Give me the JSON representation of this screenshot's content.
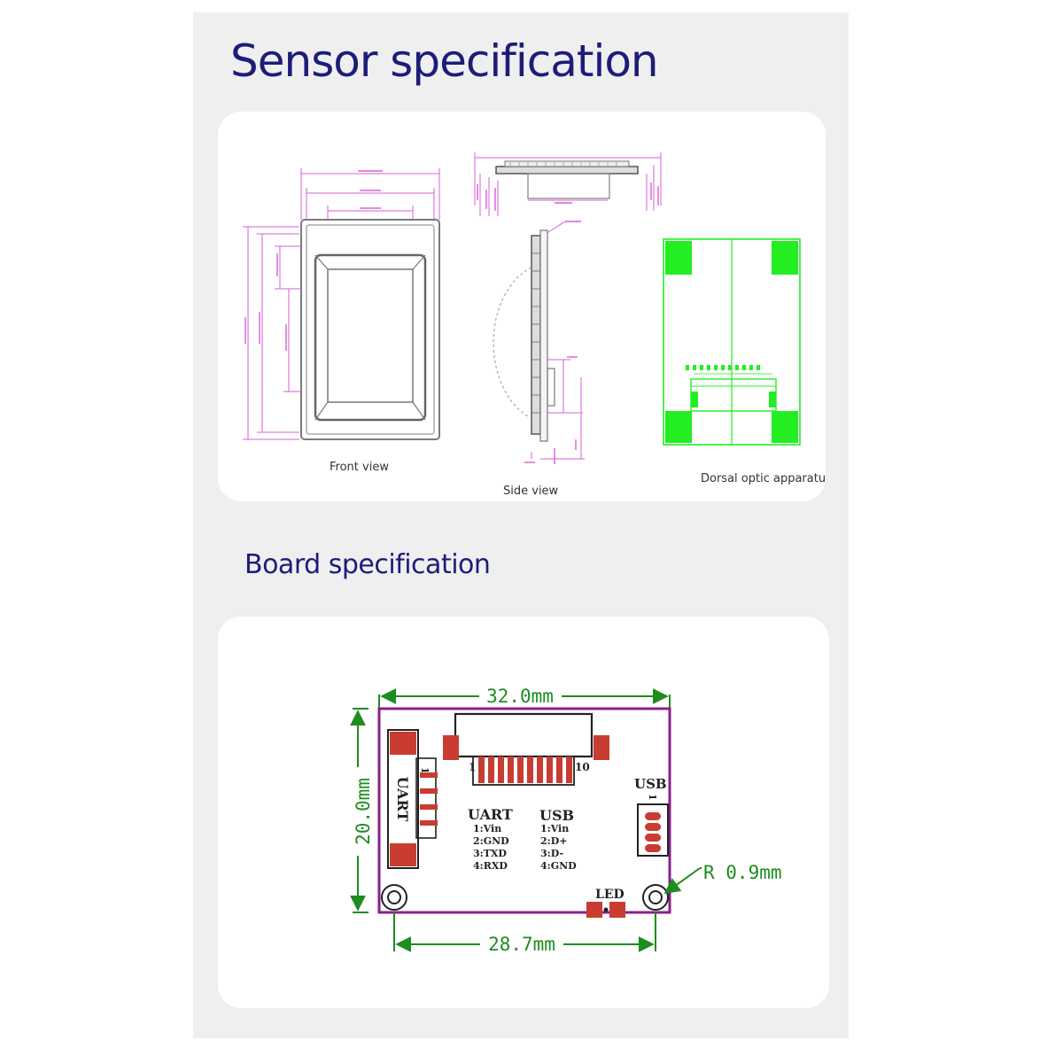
{
  "header": {
    "title": "Sensor specification"
  },
  "sensor": {
    "captions": {
      "front": "Front view",
      "side": "Side view",
      "dorsal": "Dorsal optic apparatus"
    }
  },
  "board_section": {
    "title": "Board specification"
  },
  "board": {
    "dim_width": "32.0mm",
    "dim_height": "20.0mm",
    "dim_hole_spacing": "28.7mm",
    "dim_radius": "R 0.9mm",
    "pin_first": "1",
    "pin_last": "10",
    "uart_side_label": "UART",
    "uart_side_pin": "1",
    "usb_side_label": "USB",
    "usb_side_pin": "1",
    "led_label": "LED",
    "uart_title": "UART",
    "uart_pins": [
      "1:Vin",
      "2:GND",
      "3:TXD",
      "4:RXD"
    ],
    "usb_title": "USB",
    "usb_pins": [
      "1:Vin",
      "2:D+",
      "3:D-",
      "4:GND"
    ]
  },
  "colors": {
    "title": "#1c1c7a",
    "dimension_magenta": "#d75fd7",
    "pad_green": "#22ee22",
    "board_outline": "#8a1f8a",
    "pad_red": "#c83c32",
    "dimension_green": "#1e8c1e",
    "ink": "#222222"
  }
}
